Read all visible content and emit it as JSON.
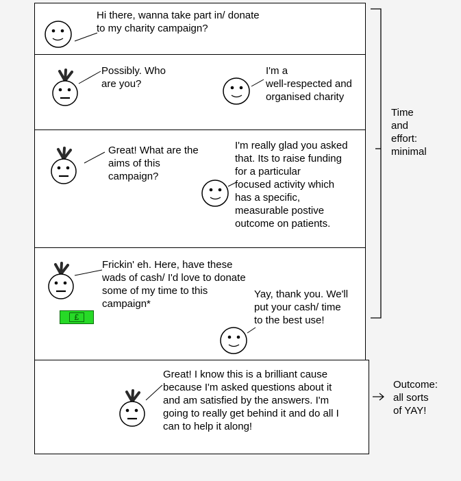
{
  "panels": [
    {
      "left_text": "Hi there, wanna take part in/ donate\nto my charity campaign?"
    },
    {
      "left_text": "Possibly. Who\nare you?",
      "right_text": "I'm a\nwell-respected and\norganised charity"
    },
    {
      "left_text": "Great! What are the\naims of this\ncampaign?",
      "right_text": "I'm really glad you asked\nthat. Its to raise funding\nfor a particular\nfocused activity which\nhas a specific,\nmeasurable postive\noutcome on patients."
    },
    {
      "left_text": "Frickin' eh. Here, have these\nwads of cash/ I'd love to donate\nsome of my time to this\ncampaign*",
      "right_text": "Yay, thank you. We'll\nput your cash/ time\nto the best use!",
      "cash_symbol": "£"
    },
    {
      "text": "Great! I know this is a brilliant cause\nbecause I'm asked questions about it\nand am satisfied by the answers. I'm\ngoing to really get behind it and do all I\ncan to help it along!"
    }
  ],
  "annotations": {
    "bracket_label": "Time\nand\neffort:\nminimal",
    "outcome_label": "Outcome:\nall sorts\nof YAY!"
  },
  "colors": {
    "cash_green": "#27d927",
    "cash_dark": "#0a6a0a",
    "hair": "#2a2a2a"
  }
}
